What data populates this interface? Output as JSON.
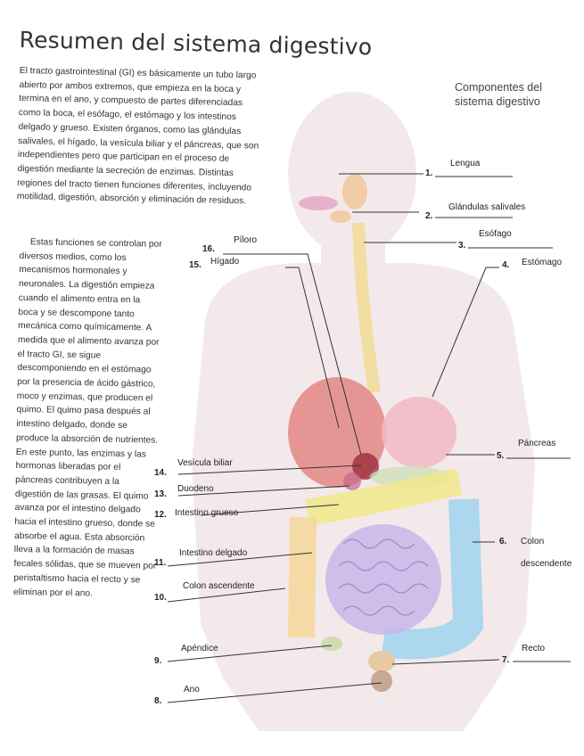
{
  "title": "Resumen del sistema digestivo",
  "intro": "El tracto gastrointestinal (GI) es básicamente un tubo largo abierto por ambos extremos, que empieza en la boca y termina en el ano, y compuesto de partes diferenciadas como la boca, el esófago, el estómago y los intestinos delgado y grueso. Existen órganos, como las glándulas salivales, el hígado, la vesícula biliar y el páncreas, que son independientes pero que participan en el proceso de digestión mediante la secreción de enzimas. Distintas regiones del tracto tienen funciones diferentes, incluyendo motilidad, digestión, absorción y eliminación de residuos.",
  "body": "Estas funciones se controlan por diversos medios, como los mecanismos hormonales y neuronales. La digestión empieza cuando el alimento entra en la boca y se descompone tanto mecánica como químicamente. A medida que el alimento avanza por el tracto GI, se sigue descomponiendo en el estómago por la presencia de ácido gástrico, moco y enzimas, que producen el quimo. El quimo pasa después al intestino delgado, donde se produce la absorción de nutrientes. En este punto, las enzimas y las hormonas liberadas por el páncreas contribuyen a la digestión de las grasas. El quimo avanza por el intestino delgado hacia el intestino grueso, donde se absorbe el agua. Esta absorción lleva a la formación de masas fecales sólidas, que se mueven por peristaltismo hacia el recto y se eliminan por el ano.",
  "components_title": "Componentes del sistema digestivo",
  "labels": [
    {
      "num": "1.",
      "text": "Lengua"
    },
    {
      "num": "2.",
      "text": "Glándulas salivales"
    },
    {
      "num": "3.",
      "text": "Esófago"
    },
    {
      "num": "4.",
      "text": "Estómago"
    },
    {
      "num": "5.",
      "text": "Páncreas"
    },
    {
      "num": "6.",
      "text": "Colon descendente"
    },
    {
      "num": "7.",
      "text": "Recto"
    },
    {
      "num": "8.",
      "text": "Ano"
    },
    {
      "num": "9.",
      "text": "Apéndice"
    },
    {
      "num": "10.",
      "text": "Colon ascendente"
    },
    {
      "num": "11.",
      "text": "Intestino delgado"
    },
    {
      "num": "12.",
      "text": "Intestino grueso"
    },
    {
      "num": "13.",
      "text": "Duodeno"
    },
    {
      "num": "14.",
      "text": "Vesícula biliar"
    },
    {
      "num": "15.",
      "text": "Hígado"
    },
    {
      "num": "16.",
      "text": "Píloro"
    }
  ]
}
